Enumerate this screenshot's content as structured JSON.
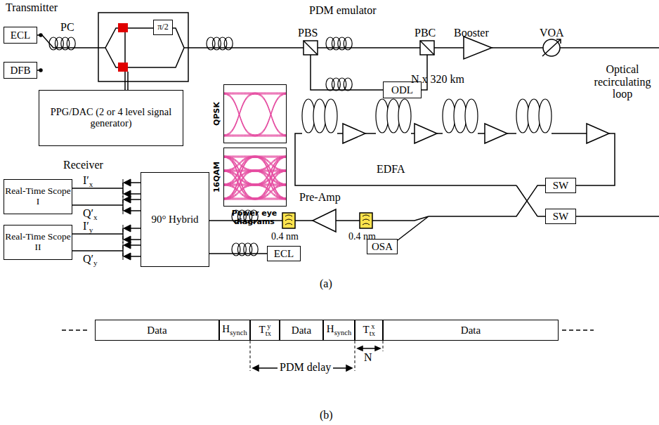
{
  "diagram": {
    "caption": "",
    "nodes": [
      {
        "text": [
          "ECL"
        ]
      },
      {
        "text": [
          "DFB"
        ]
      },
      {
        "text": [
          "π/2"
        ]
      },
      {
        "text": [
          "PPG/DAC (2 or 4 level signal generator)"
        ]
      },
      {
        "text": [
          "ODL"
        ]
      },
      {
        "text": [
          "QPSK"
        ]
      },
      {
        "text": [
          "16QAM"
        ]
      },
      {
        "text": [
          "SW"
        ]
      },
      {
        "text": [
          "SW"
        ]
      },
      {
        "text": [
          "OSA"
        ]
      },
      {
        "text": [
          "Real-Time Scope I"
        ]
      },
      {
        "text": [
          "Real-Time Scope II"
        ]
      },
      {
        "text": [
          "90° Hybrid"
        ]
      },
      {
        "text": [
          "ECL"
        ]
      },
      {
        "text": [
          "Data"
        ]
      },
      {
        "text": [
          "Hsynch"
        ]
      },
      {
        "text": [
          "Ttxy"
        ]
      },
      {
        "text": [
          "Data"
        ]
      },
      {
        "text": [
          "Hsynch"
        ]
      },
      {
        "text": [
          "Ttxx"
        ]
      },
      {
        "text": [
          "Data"
        ]
      }
    ],
    "edges": [
      {
        "from": 12,
        "to": 10,
        "arrow": "none"
      },
      {
        "from": 12,
        "to": 11,
        "arrow": "none"
      },
      {
        "from": 13,
        "to": 12,
        "arrow": "none"
      }
    ],
    "labels": [
      "Transmitter",
      "PC",
      "PDM emulator",
      "PBS",
      "PBC",
      "Booster",
      "VOA",
      "N x 320 km",
      "Optical recirculating loop",
      "EDFA",
      "Power eye diagrams",
      "Receiver",
      "I′x",
      "Q′x",
      "I′y",
      "Q′y",
      "Pre-Amp",
      "0.4 nm",
      "0.4 nm",
      "(a)",
      "PDM delay",
      "N",
      "(b)"
    ]
  }
}
